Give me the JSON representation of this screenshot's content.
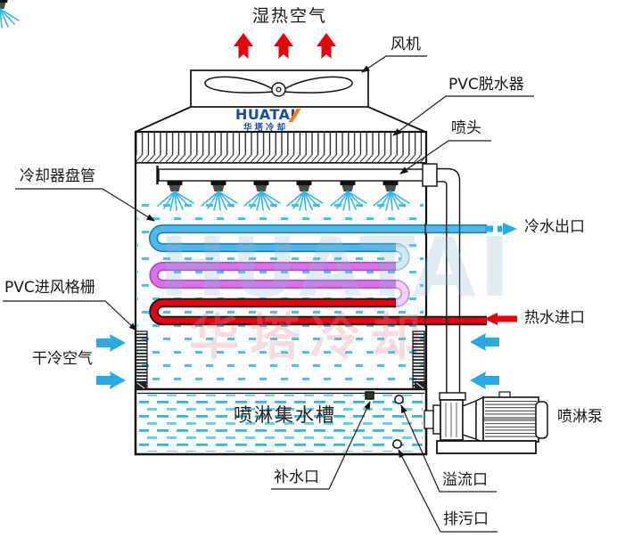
{
  "diagram": {
    "type": "closed-circuit cooling tower schematic",
    "top_air_label": "湿热空气",
    "labels": {
      "fan": "风机",
      "eliminator": "PVC脱水器",
      "nozzle": "喷头",
      "coil": "冷却器盘管",
      "inlet_grille": "PVC进风格栅",
      "dry_air": "干冷空气",
      "cold_water_out": "冷水出口",
      "hot_water_in": "热水进口",
      "basin": "喷淋集水槽",
      "makeup_port": "补水口",
      "overflow_port": "溢流口",
      "drain_port": "排污口",
      "spray_pump": "喷淋泵"
    },
    "logo": {
      "name": "HUATAI",
      "sub": "华塔冷却"
    },
    "watermark": {
      "line1": "HUATAI",
      "line2": "华塔冷却"
    },
    "colors": {
      "hot_pipe": "#e60012",
      "cold_pipe": "#4db8ec",
      "warm_pipe": "#d970ea",
      "air_arrow": "#29abe2",
      "hot_air_arrow": "#e8000d",
      "water_dash": "#47c2e8",
      "logo_blue": "#164f9e",
      "logo_orange": "#f07c1e"
    }
  }
}
